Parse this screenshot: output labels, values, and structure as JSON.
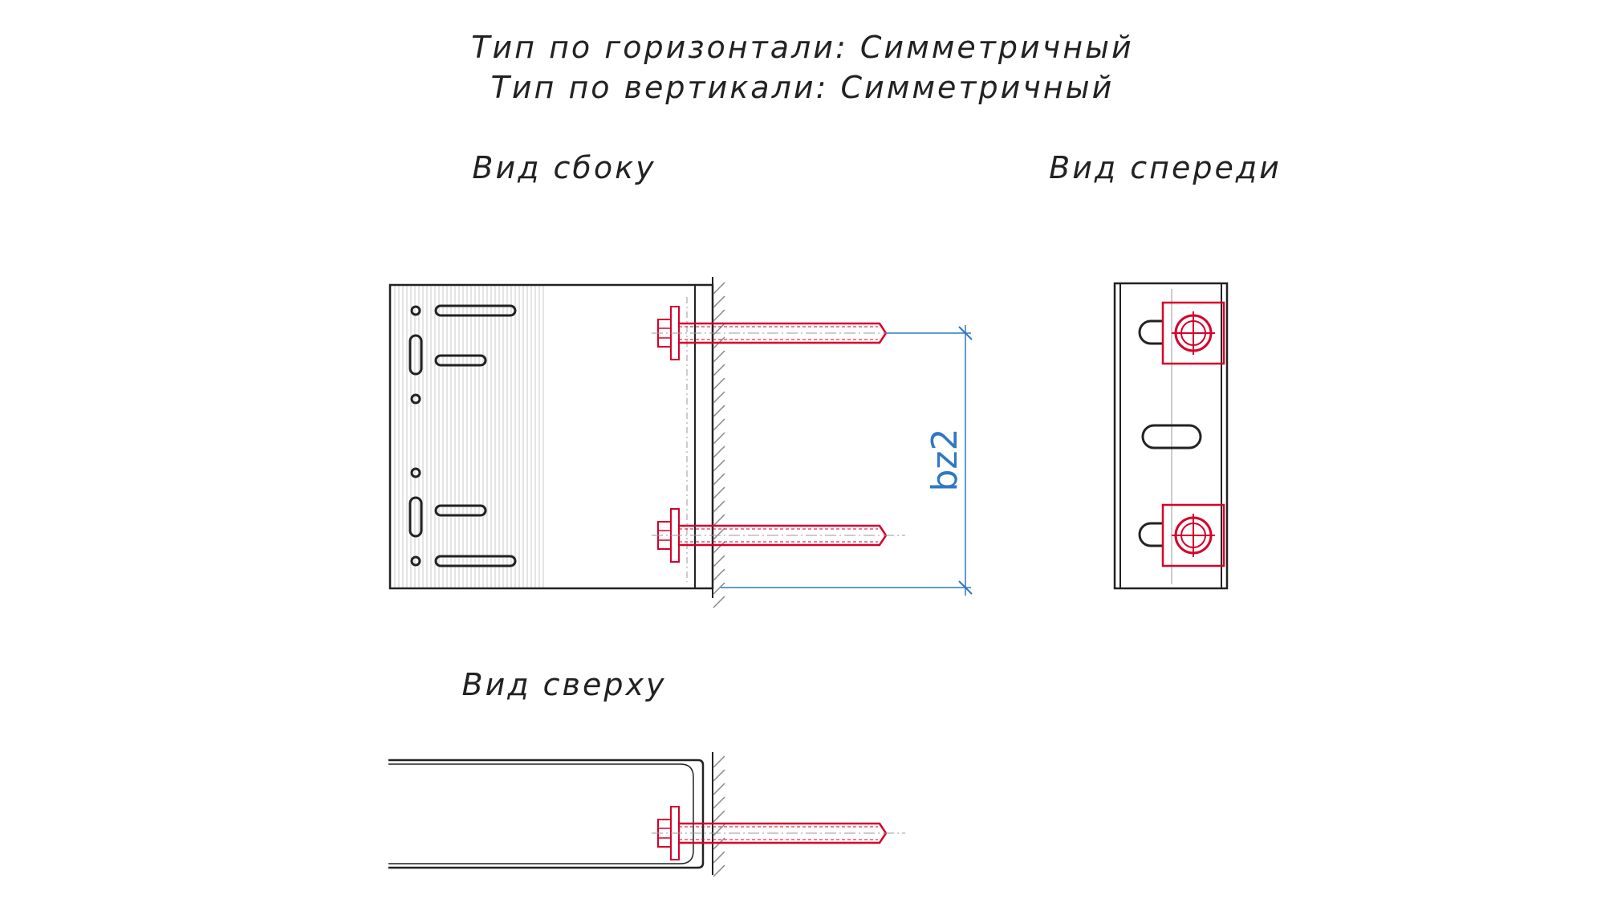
{
  "header": {
    "line1": "Тип по горизонтали: Симметричный",
    "line2": "Тип по вертикали: Симметричный"
  },
  "views": {
    "side": "Вид сбоку",
    "front": "Вид спереди",
    "top": "Вид сверху"
  },
  "dimension": {
    "label": "bz2"
  },
  "colors": {
    "line": "#222222",
    "bolt": "#d6002a",
    "dimension": "#2f78c2",
    "wall_hatch": "#888888",
    "centerline": "#999999"
  }
}
